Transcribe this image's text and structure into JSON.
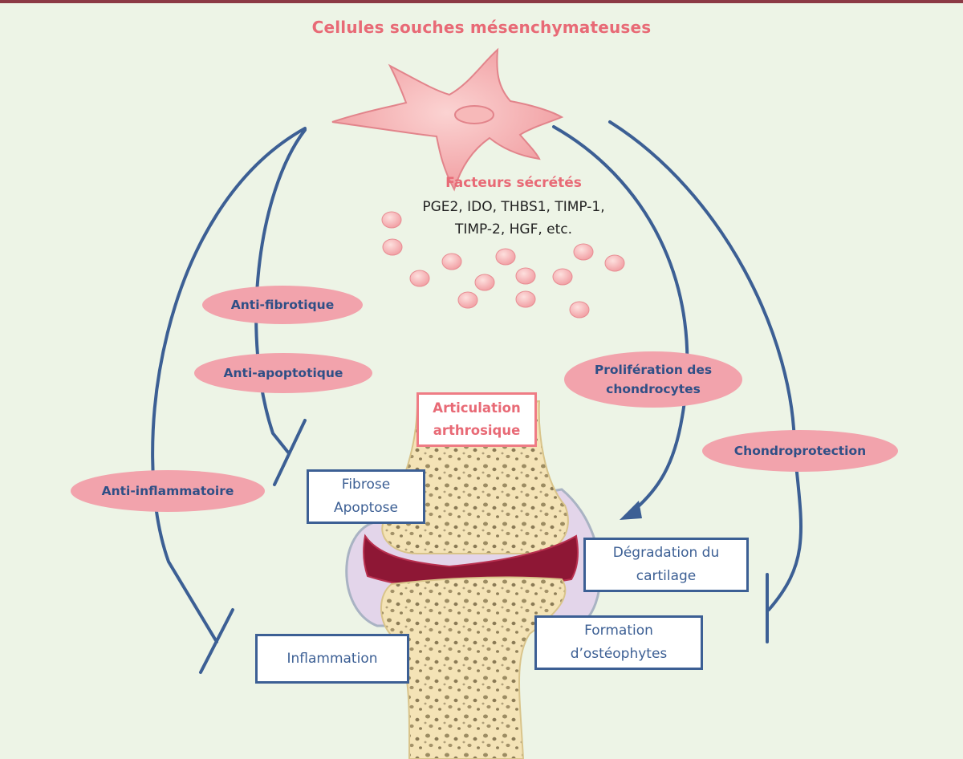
{
  "title": "Cellules souches mésenchymateuses",
  "facteurs": {
    "title": "Facteurs sécrétés",
    "line1": "PGE2, IDO, THBS1, TIMP-1,",
    "line2": "TIMP-2, HGF, etc."
  },
  "effects": {
    "anti_fibrotique": "Anti-fibrotique",
    "anti_apoptotique": "Anti-apoptotique",
    "anti_inflammatoire": "Anti-inflammatoire",
    "proliferation_line1": "Prolifération des",
    "proliferation_line2": "chondrocytes",
    "chondroprotection": "Chondroprotection"
  },
  "joint": {
    "title_line1": "Articulation",
    "title_line2": "arthrosique"
  },
  "targets": {
    "fibrose": "Fibrose",
    "apoptose": "Apoptose",
    "degradation_line1": "Dégradation du",
    "degradation_line2": "cartilage",
    "inflammation": "Inflammation",
    "formation_line1": "Formation",
    "formation_line2": "d’ostéophytes"
  },
  "colors": {
    "background": "#edf4e6",
    "accent_pink": "#e86a76",
    "arrow_blue": "#3c5f94",
    "cell_fill": "#f4b0b2",
    "bone_fill": "#f6e6bd",
    "cartilage_red": "#8e1735"
  }
}
